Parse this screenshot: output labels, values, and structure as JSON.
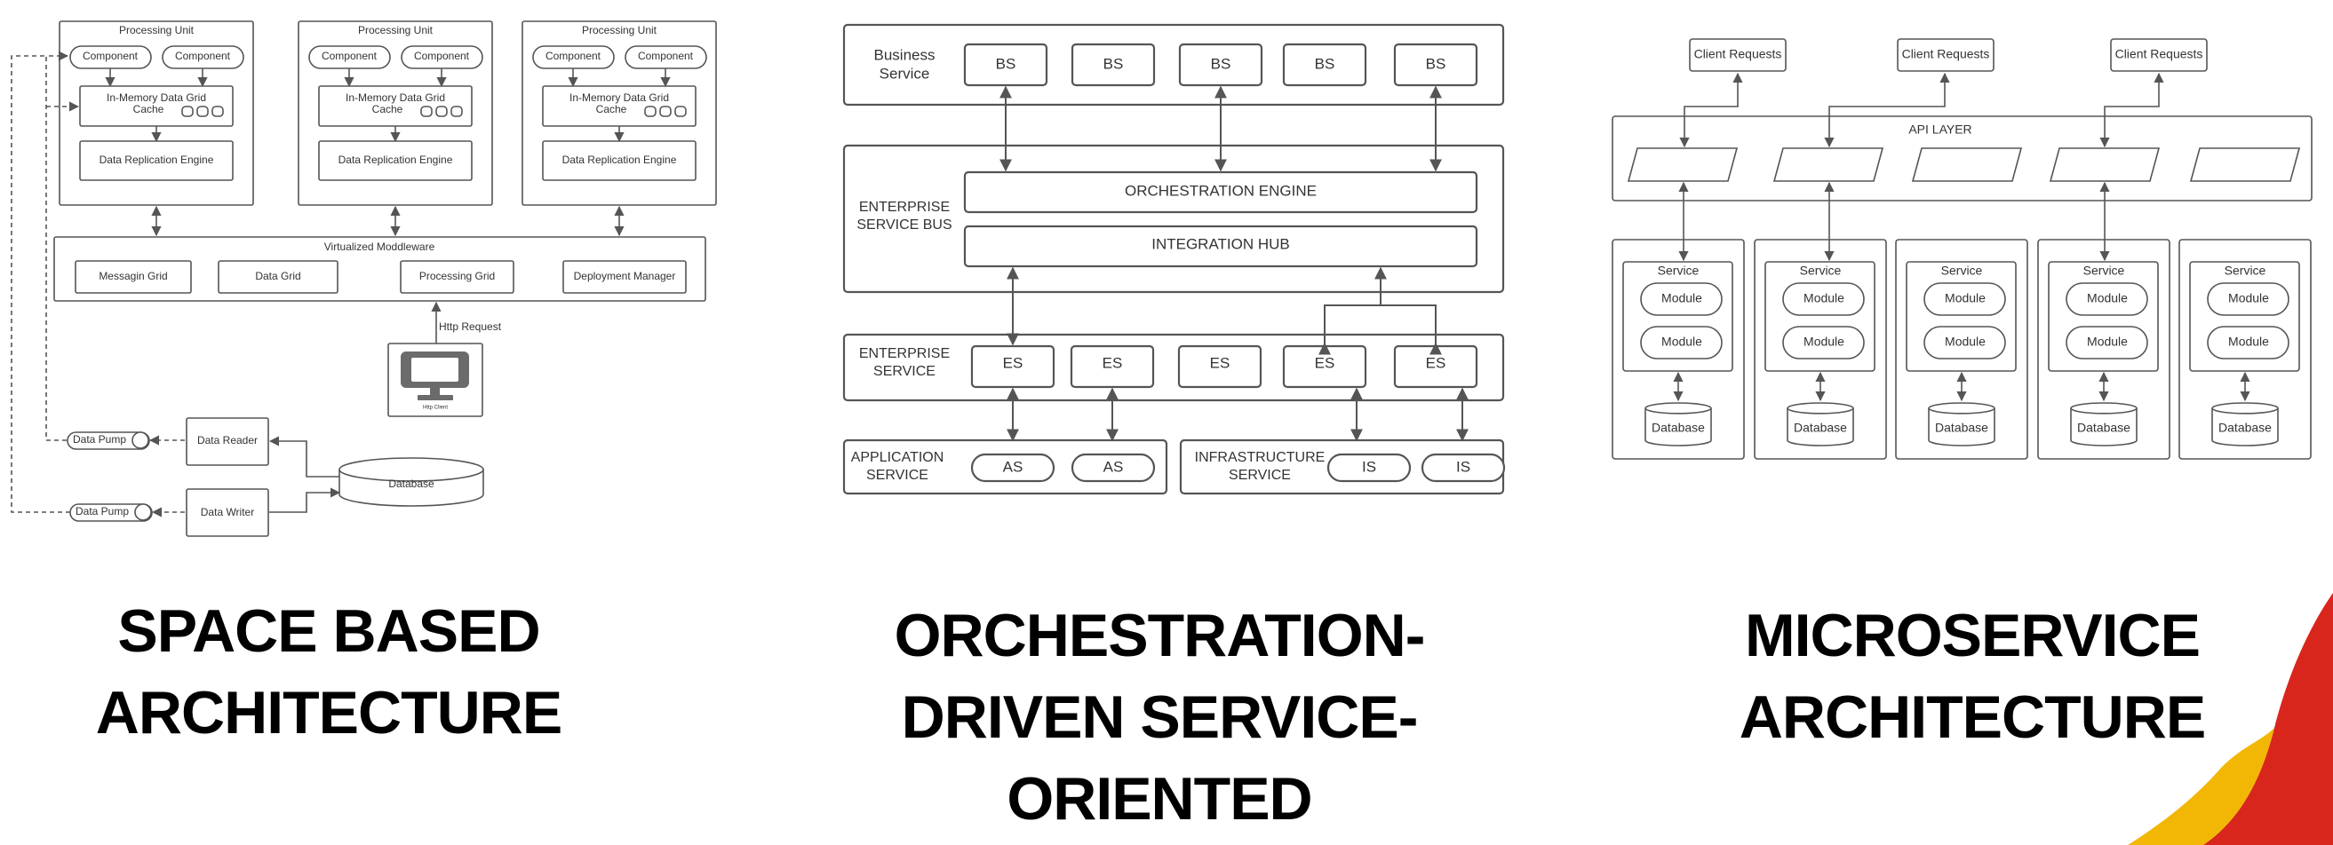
{
  "space_based": {
    "processing_unit_label": "Processing Unit",
    "component_label": "Component",
    "cache_label": "In-Memory Data Grid Cache",
    "replication_label": "Data Replication Engine",
    "middleware_label": "Virtualized Moddleware",
    "middleware_items": [
      "Messagin Grid",
      "Data Grid",
      "Processing Grid",
      "Deployment Manager"
    ],
    "http_request_label": "Http Request",
    "http_client_label": "Http Client",
    "data_pump_label": "Data Pump",
    "data_reader_label": "Data Reader",
    "data_writer_label": "Data Writer",
    "database_label": "Database"
  },
  "orchestration": {
    "business_service_label": "Business Service",
    "bs_label": "BS",
    "esb_label": "ENTERPRISE SERVICE BUS",
    "orchestration_engine_label": "ORCHESTRATION ENGINE",
    "integration_hub_label": "INTEGRATION HUB",
    "enterprise_service_label": "ENTERPRISE SERVICE",
    "es_label": "ES",
    "application_service_label": "APPLICATION SERVICE",
    "as_label": "AS",
    "infrastructure_service_label": "INFRASTRUCTURE SERVICE",
    "is_label": "IS"
  },
  "microservice": {
    "client_requests_label": "Client Requests",
    "api_layer_label": "API LAYER",
    "service_label": "Service",
    "module_label": "Module",
    "database_label": "Database"
  },
  "titles": {
    "space_based": [
      "SPACE BASED",
      "ARCHITECTURE"
    ],
    "orchestration": [
      "ORCHESTRATION-",
      "DRIVEN SERVICE-",
      "ORIENTED"
    ],
    "microservice": [
      "MICROSERVICE",
      "ARCHITECTURE"
    ]
  },
  "colors": {
    "line": "#555555",
    "monitor": "#6b6b6b",
    "accent_red": "#d9261c",
    "accent_yellow": "#f2b705"
  }
}
